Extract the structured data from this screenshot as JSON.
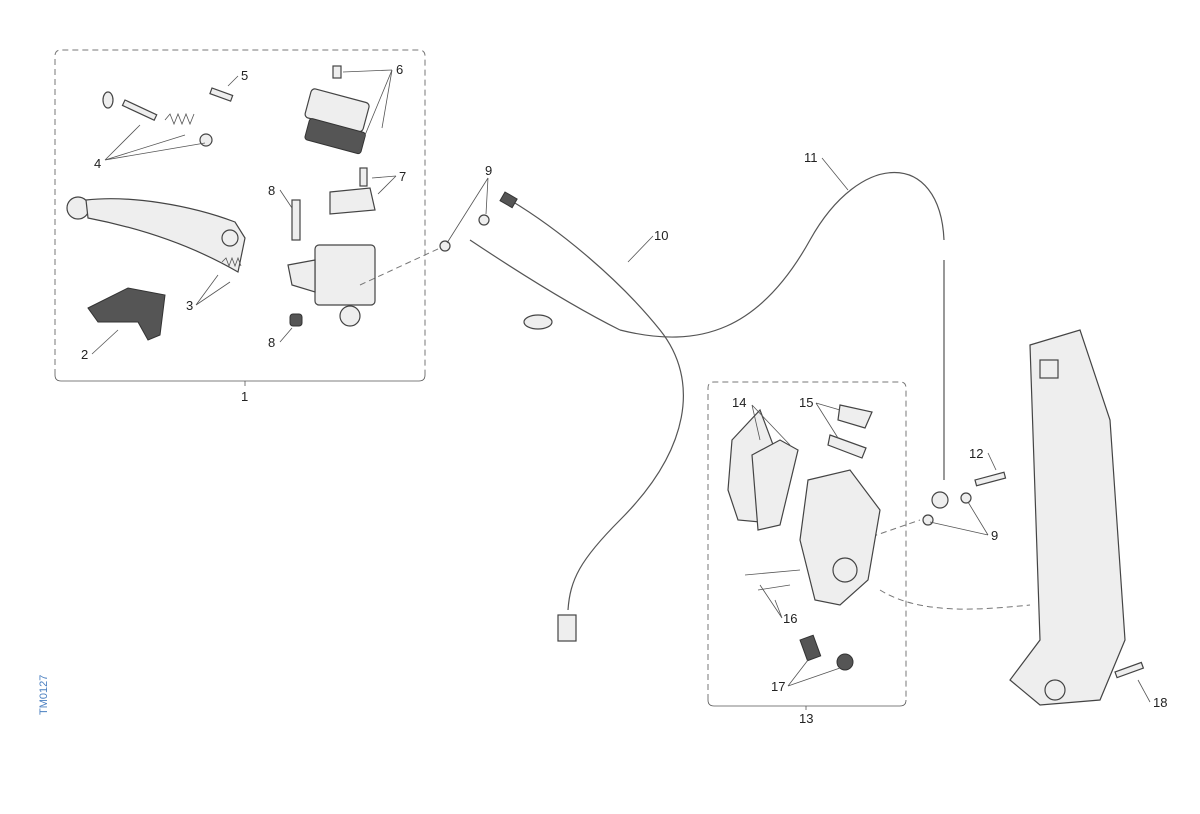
{
  "diagram": {
    "reference_code": "TM0127",
    "callouts": [
      {
        "id": "c1",
        "label": "1"
      },
      {
        "id": "c2",
        "label": "2"
      },
      {
        "id": "c3",
        "label": "3"
      },
      {
        "id": "c4",
        "label": "4"
      },
      {
        "id": "c5",
        "label": "5"
      },
      {
        "id": "c6",
        "label": "6"
      },
      {
        "id": "c7",
        "label": "7"
      },
      {
        "id": "c8a",
        "label": "8"
      },
      {
        "id": "c8b",
        "label": "8"
      },
      {
        "id": "c9a",
        "label": "9"
      },
      {
        "id": "c10",
        "label": "10"
      },
      {
        "id": "c11",
        "label": "11"
      },
      {
        "id": "c12",
        "label": "12"
      },
      {
        "id": "c9b",
        "label": "9"
      },
      {
        "id": "c13",
        "label": "13"
      },
      {
        "id": "c14",
        "label": "14"
      },
      {
        "id": "c15",
        "label": "15"
      },
      {
        "id": "c16",
        "label": "16"
      },
      {
        "id": "c17",
        "label": "17"
      },
      {
        "id": "c18",
        "label": "18"
      }
    ]
  }
}
